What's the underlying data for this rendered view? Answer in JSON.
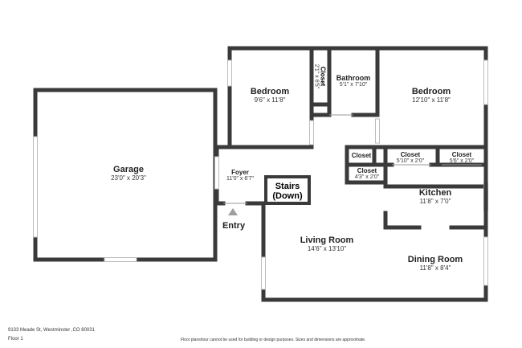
{
  "rooms": {
    "garage": {
      "name": "Garage",
      "dims": "23'0\" x 20'3\""
    },
    "bedroom_left": {
      "name": "Bedroom",
      "dims": "9'6\" x 11'8\""
    },
    "closet_vertical": {
      "name": "Closet",
      "dims": "2'1\" x 6'5\""
    },
    "bathroom": {
      "name": "Bathroom",
      "dims": "5'1\" x 7'10\""
    },
    "bedroom_right": {
      "name": "Bedroom",
      "dims": "12'10\" x 11'8\""
    },
    "foyer": {
      "name": "Foyer",
      "dims": "11'0\" x 6'7\""
    },
    "stairs": {
      "name": "Stairs",
      "sub": "(Down)"
    },
    "closet_a": {
      "name": "Closet",
      "dims": ""
    },
    "closet_b": {
      "name": "Closet",
      "dims": "5'10\" x 2'0\""
    },
    "closet_c": {
      "name": "Closet",
      "dims": "5'6\" x 2'0\""
    },
    "closet_d": {
      "name": "Closet",
      "dims": "4'3\" x 2'0\""
    },
    "kitchen": {
      "name": "Kitchen",
      "dims": "11'8\" x 7'0\""
    },
    "living_room": {
      "name": "Living Room",
      "dims": "14'6\" x 13'10\""
    },
    "dining_room": {
      "name": "Dining Room",
      "dims": "11'8\" x 8'4\""
    }
  },
  "entry_label": "Entry",
  "footer": {
    "address": "9133 Meade St, Westminster ,CO 80031",
    "floor": "Floor 1",
    "disclaimer": "Floor plans/tour cannot be used for building or design purposes. Sizes and dimensions are approximate."
  }
}
